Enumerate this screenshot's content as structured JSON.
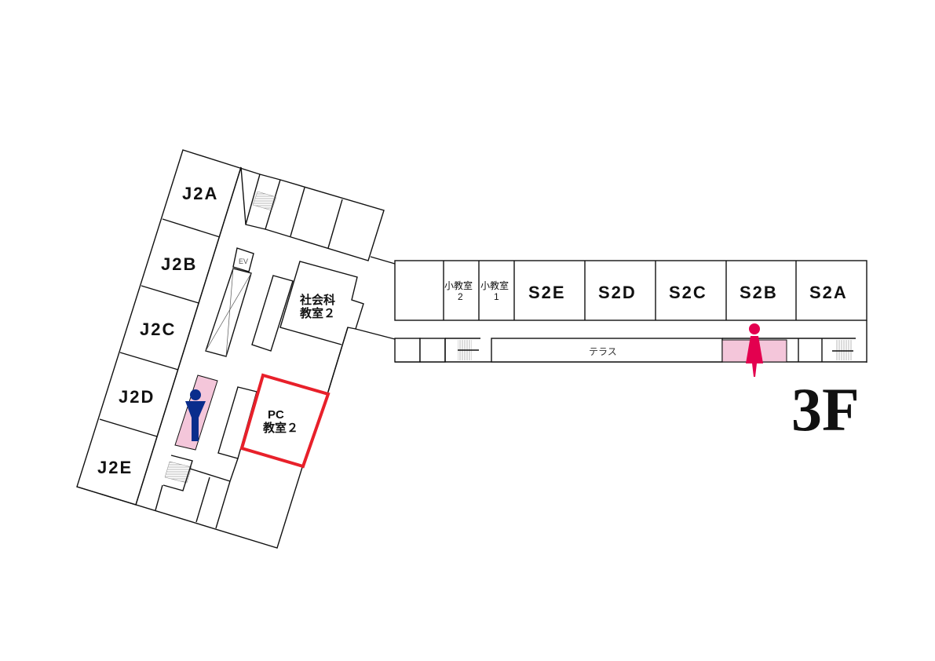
{
  "floor_label": "3F",
  "colors": {
    "highlight": "#e8202a",
    "restroom_fill": "#f4c6da",
    "men_icon": "#0a2d8c",
    "women_icon": "#e3004f"
  },
  "west_wing": {
    "rooms": [
      "J2A",
      "J2B",
      "J2C",
      "J2D",
      "J2E"
    ],
    "elevator": "EV",
    "social_studies_line1": "社会科",
    "social_studies_line2": "教室２",
    "pc_room_line1": "PC",
    "pc_room_line2": "教室２",
    "restroom_icon": "men-restroom-icon"
  },
  "east_wing": {
    "small_room_2_line1": "小教室",
    "small_room_2_line2": "2",
    "small_room_1_line1": "小教室",
    "small_room_1_line2": "1",
    "rooms": [
      "S2E",
      "S2D",
      "S2C",
      "S2B",
      "S2A"
    ],
    "terrace": "テラス",
    "restroom_icon": "women-restroom-icon"
  },
  "highlighted_room": "PC 教室２"
}
